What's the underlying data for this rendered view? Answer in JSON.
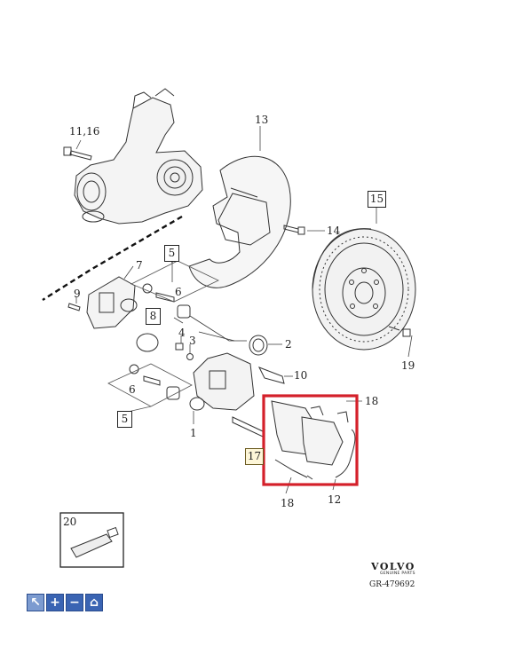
{
  "callouts": [
    {
      "id": "c-11-16",
      "text": "11,16"
    },
    {
      "id": "c-13",
      "text": "13"
    },
    {
      "id": "c-14",
      "text": "14"
    },
    {
      "id": "c-7",
      "text": "7"
    },
    {
      "id": "c-9",
      "text": "9"
    },
    {
      "id": "c-6a",
      "text": "6"
    },
    {
      "id": "c-4",
      "text": "4"
    },
    {
      "id": "c-3",
      "text": "3"
    },
    {
      "id": "c-2",
      "text": "2"
    },
    {
      "id": "c-10",
      "text": "10"
    },
    {
      "id": "c-19",
      "text": "19"
    },
    {
      "id": "c-18a",
      "text": "18"
    },
    {
      "id": "c-6b",
      "text": "6"
    },
    {
      "id": "c-1",
      "text": "1"
    },
    {
      "id": "c-18b",
      "text": "18"
    },
    {
      "id": "c-12",
      "text": "12"
    }
  ],
  "boxed_callouts": [
    {
      "id": "b-5a",
      "text": "5"
    },
    {
      "id": "b-8",
      "text": "8"
    },
    {
      "id": "b-15",
      "text": "15"
    },
    {
      "id": "b-5b",
      "text": "5"
    },
    {
      "id": "b-17",
      "text": "17"
    },
    {
      "id": "b-20",
      "text": "20"
    }
  ],
  "highlight_color": "#d4202a",
  "brand": {
    "name": "VOLVO",
    "tagline": "GENUINE PARTS",
    "reference": "GR-479692"
  },
  "toolbar": {
    "buttons": [
      {
        "icon": "cursor-icon",
        "glyph": "↖"
      },
      {
        "icon": "zoom-in-icon",
        "glyph": "+"
      },
      {
        "icon": "zoom-out-icon",
        "glyph": "−"
      },
      {
        "icon": "home-icon",
        "glyph": "⌂"
      }
    ]
  }
}
